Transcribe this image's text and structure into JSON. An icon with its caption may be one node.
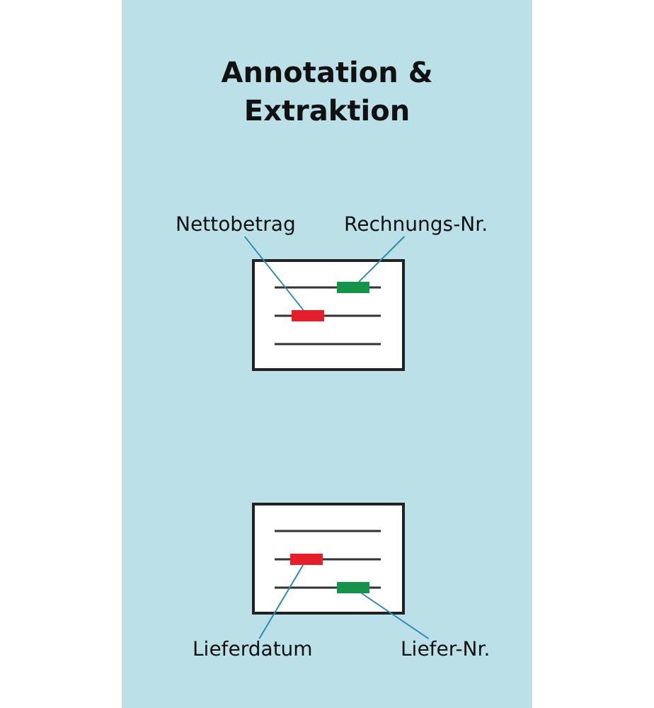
{
  "diagram": {
    "title": "Annotation & Extraktion",
    "nodes": [
      {
        "text": [
          "Nettobetrag"
        ]
      },
      {
        "text": [
          "Rechnungs-Nr."
        ]
      },
      {
        "text": [],
        "shape": "box"
      },
      {
        "text": [],
        "shape": "bar",
        "in": 2
      },
      {
        "text": [],
        "shape": "bar",
        "in": 2
      },
      {
        "text": [],
        "shape": "box"
      },
      {
        "text": [],
        "shape": "bar",
        "in": 5
      },
      {
        "text": [],
        "shape": "bar",
        "in": 5
      },
      {
        "text": [
          "Lieferdatum"
        ]
      },
      {
        "text": [
          "Liefer-Nr."
        ]
      }
    ],
    "edges": [
      {
        "from": 0,
        "to": 4,
        "arrow": "none"
      },
      {
        "from": 1,
        "to": 3,
        "arrow": "none"
      },
      {
        "from": 8,
        "to": 6,
        "arrow": "none"
      },
      {
        "from": 9,
        "to": 7,
        "arrow": "none"
      }
    ]
  }
}
